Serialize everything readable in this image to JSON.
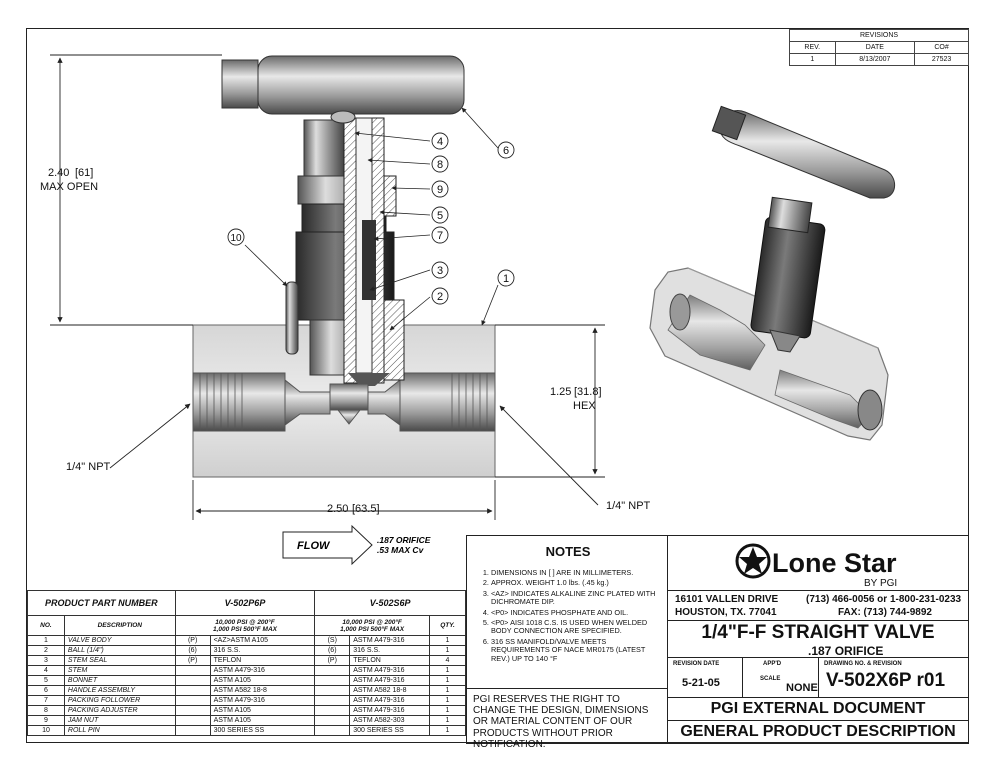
{
  "revisions": {
    "title": "REVISIONS",
    "headers": [
      "REV.",
      "DATE",
      "CO#"
    ],
    "rows": [
      [
        "1",
        "8/13/2007",
        "27523"
      ]
    ]
  },
  "drawing": {
    "dim_height": "2.40",
    "dim_height_mm": "[61]",
    "dim_height_note": "MAX OPEN",
    "dim_hex": "1.25",
    "dim_hex_mm": "[31.8]",
    "dim_hex_note": "HEX",
    "dim_width": "2.50",
    "dim_width_mm": "[63.5]",
    "npt_left": "1/4\" NPT",
    "npt_right": "1/4\" NPT",
    "balloons": [
      "1",
      "2",
      "3",
      "4",
      "5",
      "6",
      "7",
      "8",
      "9",
      "10"
    ],
    "flow_label": "FLOW",
    "orifice": ".187 ORIFICE",
    "cv": ".53 MAX Cv"
  },
  "parts_table": {
    "title": "PRODUCT PART NUMBER",
    "part_a": "V-502P6P",
    "part_b": "V-502S6P",
    "col_no": "NO.",
    "col_desc": "DESCRIPTION",
    "rating_a_1": "10,000 PSI @ 200°F",
    "rating_a_2": "1,000 PSI 500°F MAX",
    "rating_b_1": "10,000 PSI @ 200°F",
    "rating_b_2": "1,000 PSI 500°F MAX",
    "col_qty": "QTY.",
    "rows": [
      {
        "no": "1",
        "desc": "VALVE BODY",
        "a_pre": "(P)",
        "a": "<AZ>ASTM A105",
        "b_pre": "(S)",
        "b": "ASTM A479-316",
        "qty": "1"
      },
      {
        "no": "2",
        "desc": "BALL (1/4\")",
        "a_pre": "(6)",
        "a": "316 S.S.",
        "b_pre": "(6)",
        "b": "316 S.S.",
        "qty": "1"
      },
      {
        "no": "3",
        "desc": "STEM SEAL",
        "a_pre": "(P)",
        "a": "TEFLON",
        "b_pre": "(P)",
        "b": "TEFLON",
        "qty": "4"
      },
      {
        "no": "4",
        "desc": "STEM",
        "a_pre": "",
        "a": "ASTM A479-316",
        "b_pre": "",
        "b": "ASTM A479-316",
        "qty": "1"
      },
      {
        "no": "5",
        "desc": "BONNET",
        "a_pre": "",
        "a": "ASTM A105",
        "b_pre": "",
        "b": "ASTM A479-316",
        "qty": "1"
      },
      {
        "no": "6",
        "desc": "HANDLE ASSEMBLY",
        "a_pre": "",
        "a": "ASTM A582 18-8",
        "b_pre": "",
        "b": "ASTM A582 18-8",
        "qty": "1"
      },
      {
        "no": "7",
        "desc": "PACKING FOLLOWER",
        "a_pre": "",
        "a": "ASTM A479-316",
        "b_pre": "",
        "b": "ASTM A479-316",
        "qty": "1"
      },
      {
        "no": "8",
        "desc": "PACKING ADJUSTER",
        "a_pre": "",
        "a": "ASTM A105",
        "b_pre": "",
        "b": "ASTM A479-316",
        "qty": "1"
      },
      {
        "no": "9",
        "desc": "JAM NUT",
        "a_pre": "",
        "a": "ASTM A105",
        "b_pre": "",
        "b": "ASTM A582-303",
        "qty": "1"
      },
      {
        "no": "10",
        "desc": "ROLL PIN",
        "a_pre": "",
        "a": "300 SERIES SS",
        "b_pre": "",
        "b": "300 SERIES SS",
        "qty": "1"
      }
    ]
  },
  "notes": {
    "title": "NOTES",
    "items": [
      "DIMENSIONS IN [ ] ARE IN MILLIMETERS.",
      "APPROX. WEIGHT 1.0 lbs. (.45 kg.)",
      "<AZ> INDICATES ALKALINE ZINC PLATED WITH DICHROMATE DIP.",
      "<P0> INDICATES PHOSPHATE AND OIL.",
      "<P0> AISI 1018 C.S. IS USED WHEN WELDED BODY CONNECTION ARE SPECIFIED.",
      "316 SS MANIFOLD/VALVE MEETS REQUIREMENTS OF NACE MR0175 (LATEST REV.) UP TO 140 °F"
    ],
    "disclaimer": "PGI RESERVES THE RIGHT TO CHANGE THE DESIGN, DIMENSIONS OR MATERIAL CONTENT OF OUR PRODUCTS WITHOUT PRIOR NOTIFICATION."
  },
  "company": {
    "logo_text": "Lone Star",
    "logo_sub": "BY PGI",
    "address_1": "16101 VALLEN DRIVE",
    "address_2": "HOUSTON, TX. 77041",
    "phone": "(713) 466-0056 or 1-800-231-0233",
    "fax": "FAX: (713) 744-9892"
  },
  "title_block": {
    "title": "1/4\"F-F STRAIGHT VALVE",
    "subtitle": ".187 ORIFICE",
    "rev_date_label": "REVISION DATE",
    "rev_date": "5-21-05",
    "appd_label": "APP'D",
    "scale_label": "SCALE",
    "scale": "NONE",
    "drawing_no_label": "DRAWING NO. & REVISION",
    "drawing_no": "V-502X6P r01",
    "doc_type": "PGI EXTERNAL DOCUMENT",
    "doc_desc": "GENERAL PRODUCT DESCRIPTION"
  }
}
